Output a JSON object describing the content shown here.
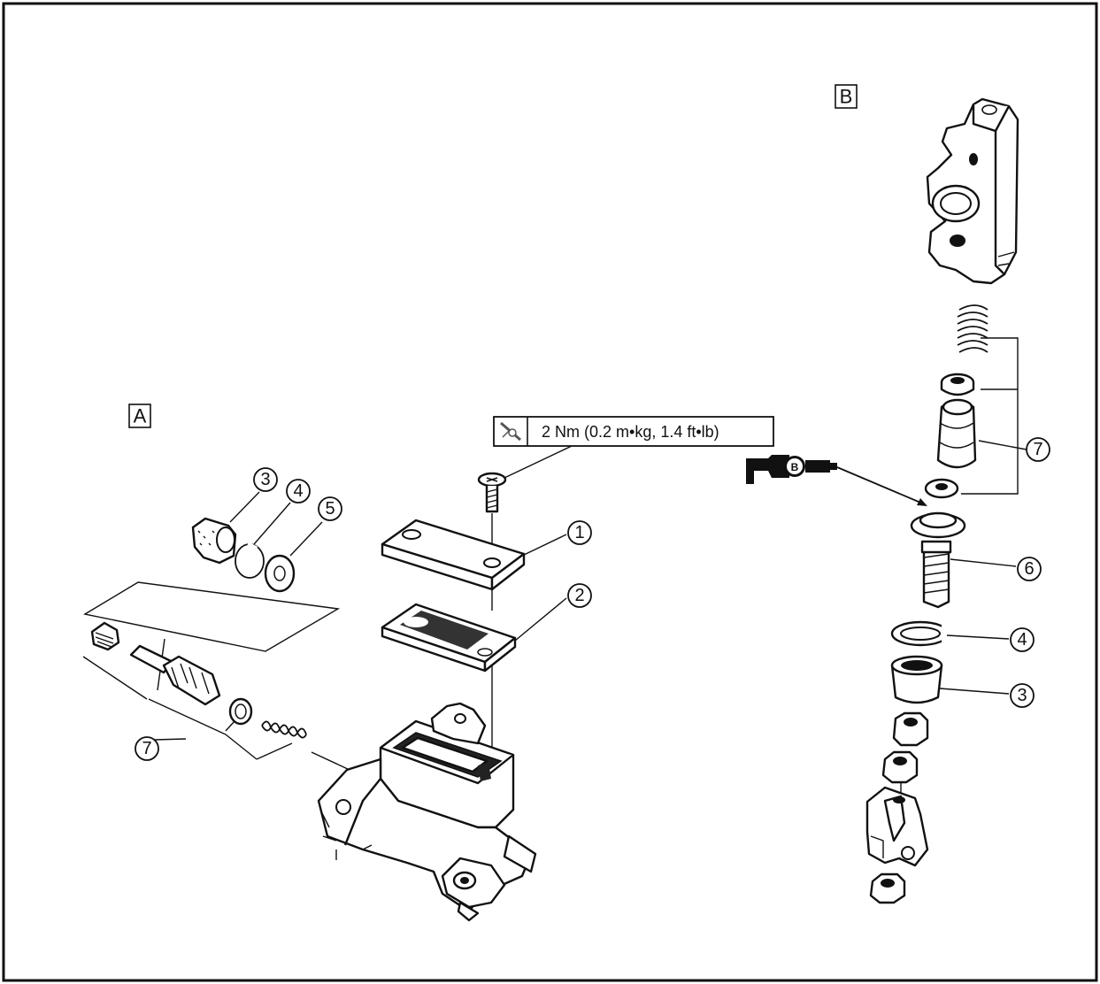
{
  "labels": {
    "view_a": "A",
    "view_b": "B",
    "torque_spec": "2 Nm (0.2 m•kg, 1.4 ft•lb)",
    "grease_mark": "B"
  },
  "callouts_a": [
    "1",
    "2",
    "3",
    "4",
    "5",
    "7"
  ],
  "callouts_b": [
    "7",
    "6",
    "4",
    "3"
  ],
  "icons": {
    "torque": "torque-wrench-icon",
    "grease": "grease-gun-icon"
  }
}
